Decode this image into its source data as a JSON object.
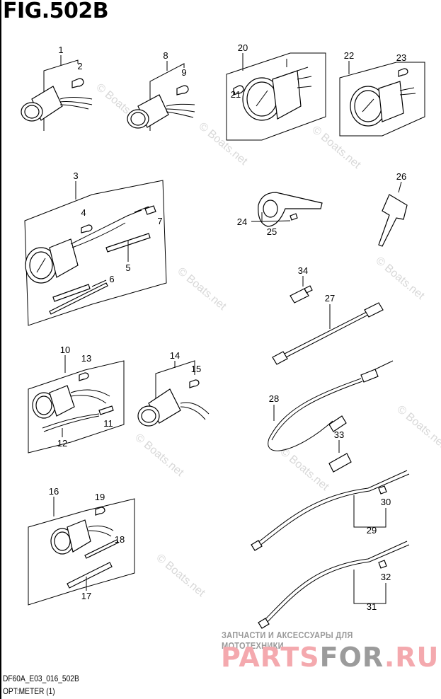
{
  "figure": {
    "title": "FIG.502B",
    "code": "DF60A_E03_016_502B",
    "subtitle": "OPT:METER (1)"
  },
  "watermark": {
    "text": "© Boats.net"
  },
  "brand": {
    "tagline": "ЗАПЧАСТИ И АКСЕССУАРЫ ДЛЯ МОТОТЕХНИКИ",
    "part1": "PARTS",
    "part2": "FOR",
    "part3": ".RU",
    "color_pink": "#f4a9ae",
    "color_gray": "#9b9b9b"
  },
  "callouts": {
    "c1": "1",
    "c2": "2",
    "c3": "3",
    "c4": "4",
    "c5": "5",
    "c6": "6",
    "c7": "7",
    "c8": "8",
    "c9": "9",
    "c10": "10",
    "c11": "11",
    "c12": "12",
    "c13": "13",
    "c14": "14",
    "c15": "15",
    "c16": "16",
    "c17": "17",
    "c18": "18",
    "c19": "19",
    "c20": "20",
    "c21": "21",
    "c22": "22",
    "c23": "23",
    "c24": "24",
    "c25": "25",
    "c26": "26",
    "c27": "27",
    "c28": "28",
    "c29": "29",
    "c30": "30",
    "c31": "31",
    "c32": "32",
    "c33": "33",
    "c34": "34"
  }
}
